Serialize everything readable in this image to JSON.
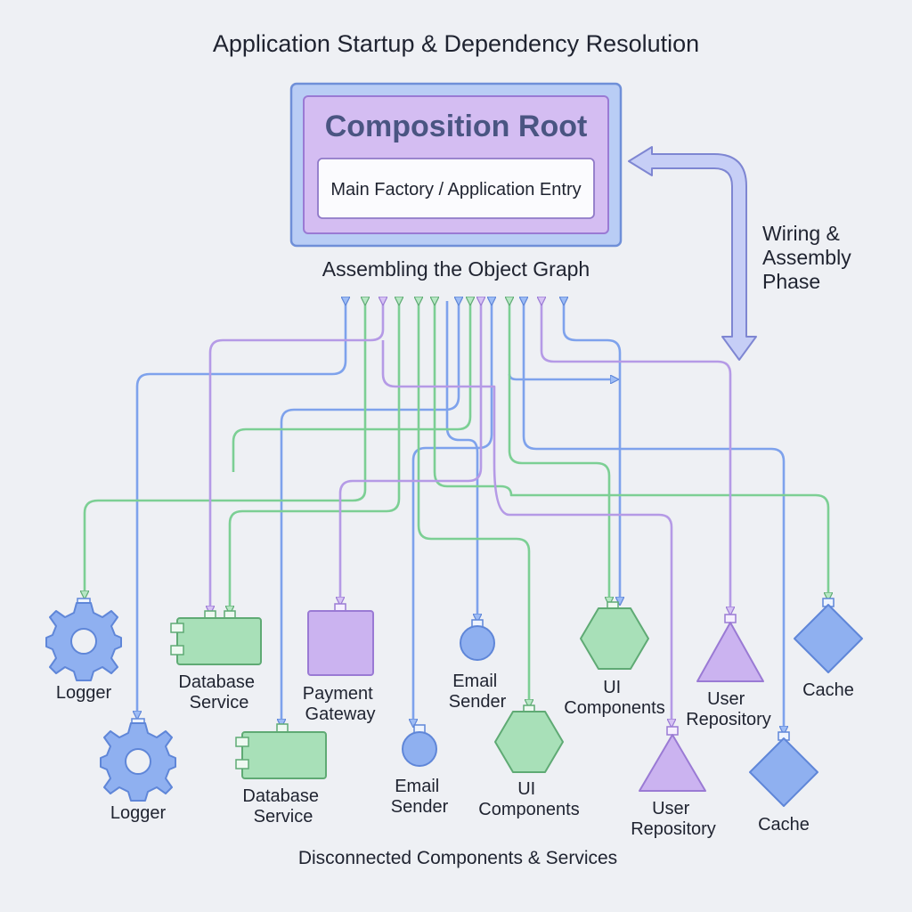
{
  "title": "Application Startup & Dependency Resolution",
  "composition_root": {
    "title": "Composition Root",
    "subtitle": "Main Factory / Application Entry"
  },
  "assembling_label": "Assembling the Object Graph",
  "side_label": [
    "Wiring &",
    "Assembly",
    "Phase"
  ],
  "bottom_label": "Disconnected Components & Services",
  "colors": {
    "background": "#eef0f4",
    "blue": "#8fb0f0",
    "blue_stroke": "#5f86d8",
    "green": "#a8e0b8",
    "green_stroke": "#5faa74",
    "purple": "#cbb3f0",
    "purple_stroke": "#9a7ad4",
    "root_outer": "#b9cdf5",
    "root_inner": "#d4bdf2"
  },
  "components": [
    {
      "id": "logger-1",
      "shape": "gear",
      "color": "blue",
      "label": [
        "Logger"
      ]
    },
    {
      "id": "logger-2",
      "shape": "gear",
      "color": "blue",
      "label": [
        "Logger"
      ]
    },
    {
      "id": "db-1",
      "shape": "module",
      "color": "green",
      "label": [
        "Database",
        "Service"
      ]
    },
    {
      "id": "db-2",
      "shape": "module",
      "color": "green",
      "label": [
        "Database",
        "Service"
      ]
    },
    {
      "id": "payment",
      "shape": "square",
      "color": "purple",
      "label": [
        "Payment",
        "Gateway"
      ]
    },
    {
      "id": "email-1",
      "shape": "circle",
      "color": "blue",
      "label": [
        "Email",
        "Sender"
      ]
    },
    {
      "id": "email-2",
      "shape": "circle",
      "color": "blue",
      "label": [
        "Email",
        "Sender"
      ]
    },
    {
      "id": "ui-1",
      "shape": "hexagon",
      "color": "green",
      "label": [
        "UI",
        "Components"
      ]
    },
    {
      "id": "ui-2",
      "shape": "hexagon",
      "color": "green",
      "label": [
        "UI",
        "Components"
      ]
    },
    {
      "id": "repo-1",
      "shape": "triangle",
      "color": "purple",
      "label": [
        "User",
        "Repository"
      ]
    },
    {
      "id": "repo-2",
      "shape": "triangle",
      "color": "purple",
      "label": [
        "User",
        "Repository"
      ]
    },
    {
      "id": "cache-1",
      "shape": "diamond",
      "color": "blue",
      "label": [
        "Cache"
      ]
    },
    {
      "id": "cache-2",
      "shape": "diamond",
      "color": "blue",
      "label": [
        "Cache"
      ]
    }
  ]
}
